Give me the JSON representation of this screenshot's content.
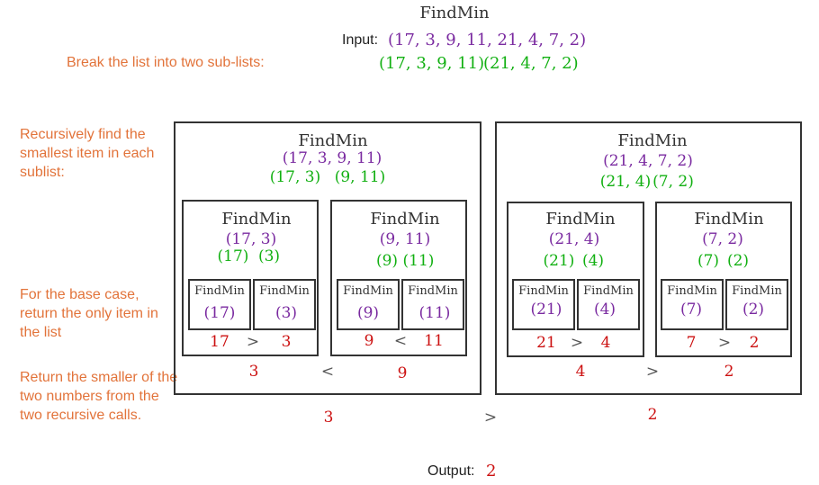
{
  "top": {
    "title": "FindMin",
    "input_label": "Input:",
    "input_list": "(17, 3, 9, 11, 21, 4, 7, 2)",
    "split_left": "(17, 3, 9, 11)",
    "split_right": "(21, 4, 7, 2)"
  },
  "notes": {
    "break": "Break the list into two sub-lists:",
    "recursive": "Recursively find the smallest item in each sublist:",
    "base": "For the base case, return the only item in the list",
    "return": "Return the smaller of the two numbers from the two recursive calls."
  },
  "left": {
    "title": "FindMin",
    "list": "(17, 3, 9, 11)",
    "split_a": "(17, 3)",
    "split_b": "(9, 11)",
    "a": {
      "title": "FindMin",
      "list": "(17, 3)",
      "split_a": "(17)",
      "split_b": "(3)",
      "leaf1_title": "FindMin",
      "leaf1_list": "(17)",
      "leaf2_title": "FindMin",
      "leaf2_list": "(3)",
      "v1": "17",
      "op": ">",
      "v2": "3"
    },
    "b": {
      "title": "FindMin",
      "list": "(9, 11)",
      "split_a": "(9)",
      "split_b": "(11)",
      "leaf1_title": "FindMin",
      "leaf1_list": "(9)",
      "leaf2_title": "FindMin",
      "leaf2_list": "(11)",
      "v1": "9",
      "op": "<",
      "v2": "11"
    },
    "r1": "3",
    "op": "<",
    "r2": "9"
  },
  "right": {
    "title": "FindMin",
    "list": "(21, 4, 7, 2)",
    "split_a": "(21, 4)",
    "split_b": "(7, 2)",
    "a": {
      "title": "FindMin",
      "list": "(21, 4)",
      "split_a": "(21)",
      "split_b": "(4)",
      "leaf1_title": "FindMin",
      "leaf1_list": "(21)",
      "leaf2_title": "FindMin",
      "leaf2_list": "(4)",
      "v1": "21",
      "op": ">",
      "v2": "4"
    },
    "b": {
      "title": "FindMin",
      "list": "(7, 2)",
      "split_a": "(7)",
      "split_b": "(2)",
      "leaf1_title": "FindMin",
      "leaf1_list": "(7)",
      "leaf2_title": "FindMin",
      "leaf2_list": "(2)",
      "v1": "7",
      "op": ">",
      "v2": "2"
    },
    "r1": "4",
    "op": ">",
    "r2": "2"
  },
  "final": {
    "r1": "3",
    "op": ">",
    "r2": "2"
  },
  "output": {
    "label": "Output:",
    "value": "2"
  },
  "colors": {
    "list": "#7a2aa0",
    "split": "#12b012",
    "value": "#cc1111",
    "note": "#e2733a"
  }
}
